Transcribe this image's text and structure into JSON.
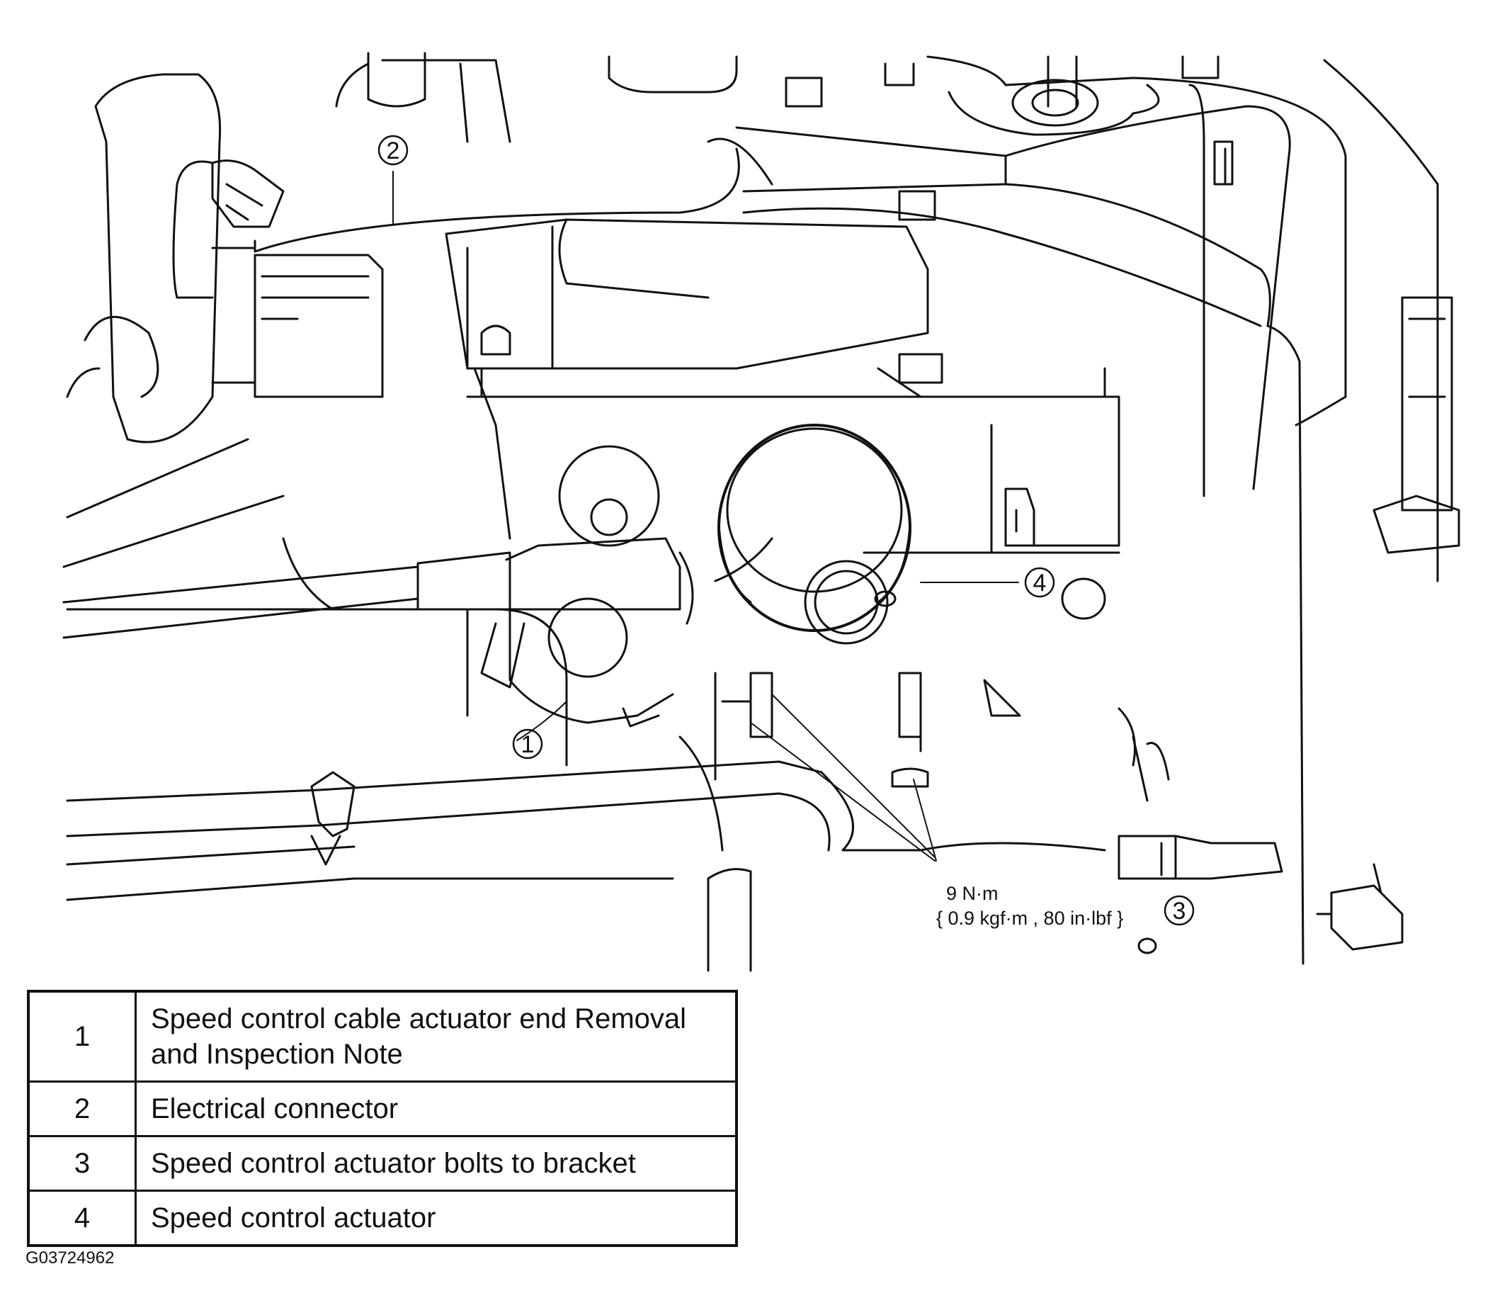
{
  "illustration": {
    "callouts": [
      {
        "number": "1"
      },
      {
        "number": "2"
      },
      {
        "number": "3"
      },
      {
        "number": "4"
      }
    ],
    "torque_spec": {
      "line1": "9 N·m",
      "line2": "{ 0.9 kgf·m , 80 in·lbf }"
    }
  },
  "legend": {
    "rows": [
      {
        "number": "1",
        "description": "Speed control cable actuator end Removal and Inspection Note"
      },
      {
        "number": "2",
        "description": "Electrical connector"
      },
      {
        "number": "3",
        "description": "Speed control actuator bolts to bracket"
      },
      {
        "number": "4",
        "description": "Speed control actuator"
      }
    ]
  },
  "figure_id": "G03724962"
}
